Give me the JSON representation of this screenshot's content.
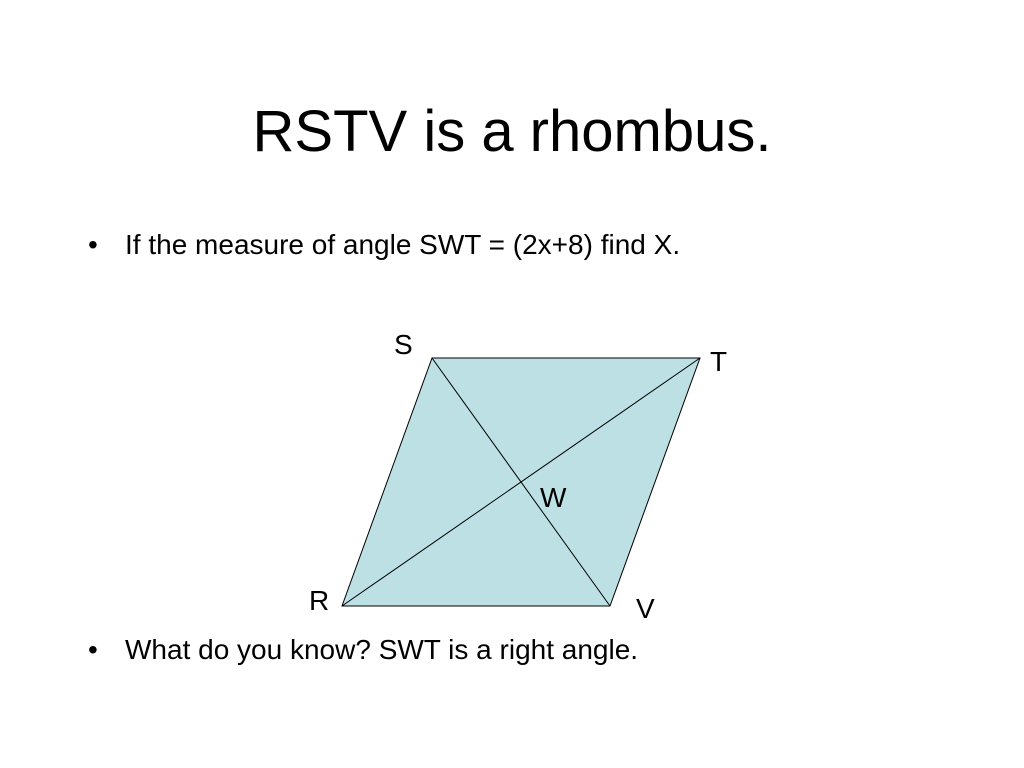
{
  "slide": {
    "title": "RSTV is a rhombus.",
    "bullets": [
      {
        "marker": "•",
        "text": "If the measure of angle SWT = (2x+8) find X."
      },
      {
        "marker": "•",
        "text": "What do you know? SWT is a right angle."
      }
    ]
  },
  "diagram": {
    "shape": "rhombus",
    "fill_color": "#bde0e4",
    "stroke_color": "#000000",
    "vertex_labels": {
      "S": "S",
      "T": "T",
      "V": "V",
      "R": "R",
      "W": "W"
    }
  }
}
